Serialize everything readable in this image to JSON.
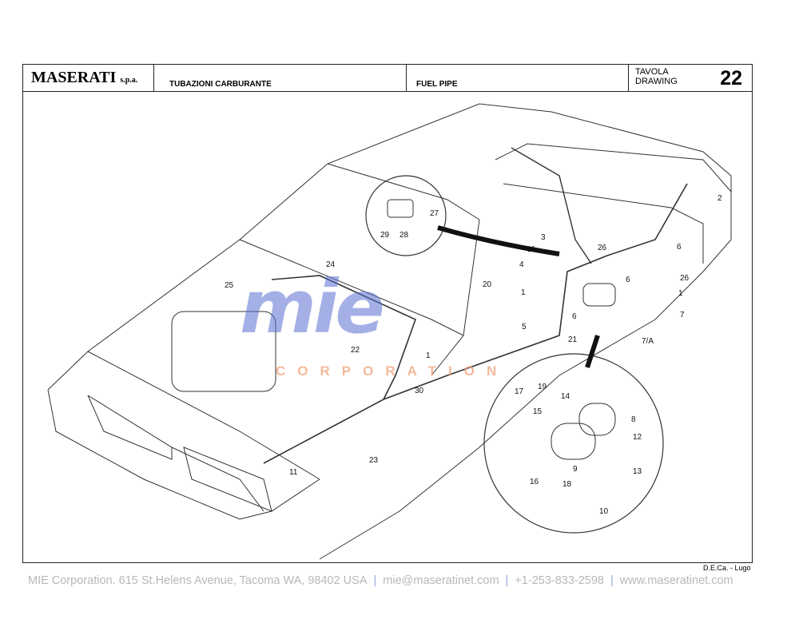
{
  "header": {
    "brand": "MASERATI",
    "brand_suffix": "s.p.a.",
    "title_it": "TUBAZIONI CARBURANTE",
    "title_en": "FUEL PIPE",
    "tavola_label": "TAVOLA",
    "drawing_label": "DRAWING",
    "drawing_number": "22"
  },
  "watermark": {
    "logo": "mie",
    "sub": "CORPORATION",
    "colors": {
      "logo": "#5b6fd0",
      "sub": "#f0a27a"
    }
  },
  "callouts": [
    "2",
    "3",
    "26",
    "11",
    "6",
    "4",
    "6",
    "26",
    "1",
    "1",
    "20",
    "7",
    "6",
    "5",
    "21",
    "7/A",
    "24",
    "25",
    "22",
    "1",
    "30",
    "23",
    "11",
    "27",
    "29",
    "28",
    "19",
    "14",
    "17",
    "15",
    "8",
    "12",
    "13",
    "16",
    "9",
    "18",
    "10"
  ],
  "credit": "D.E.Ca. - Lugo",
  "footer": {
    "address": "MIE Corporation. 615 St.Helens Avenue, Tacoma WA, 98402 USA",
    "email": "mie@maseratinet.com",
    "phone": "+1-253-833-2598",
    "website": "www.maseratinet.com",
    "separator": "|"
  }
}
